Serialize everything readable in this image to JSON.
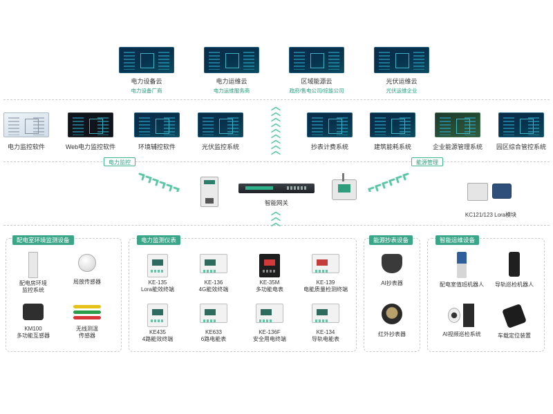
{
  "clouds": [
    {
      "title": "电力设备云",
      "sub": "电力设备厂商"
    },
    {
      "title": "电力运维云",
      "sub": "电力运维服务商"
    },
    {
      "title": "区域能源云",
      "sub": "政府/售电公司/综能公司"
    },
    {
      "title": "光伏运维云",
      "sub": "光伏运维企业"
    }
  ],
  "software": [
    {
      "label": "电力监控软件"
    },
    {
      "label": "Web电力监控软件"
    },
    {
      "label": "环境辅控软件"
    },
    {
      "label": "光伏监控系统"
    },
    {
      "label": "抄表计费系统"
    },
    {
      "label": "建筑能耗系统"
    },
    {
      "label": "企业能源管理系统"
    },
    {
      "label": "园区综合管控系统"
    }
  ],
  "tags": {
    "left": "电力监控",
    "right": "能源管理"
  },
  "gateway": {
    "label": "智能网关"
  },
  "lora": {
    "label": "KC121/123 Lora模块"
  },
  "groups": {
    "env": {
      "title": "配电室环境监测设备",
      "items": [
        {
          "l1": "配电房环境",
          "l2": "监控系统"
        },
        {
          "l1": "局放传感器",
          "l2": ""
        },
        {
          "l1": "KM100",
          "l2": "多功能互感器"
        },
        {
          "l1": "无线测温",
          "l2": "传感器"
        }
      ]
    },
    "meter": {
      "title": "电力监测仪表",
      "items": [
        {
          "l1": "KE-135",
          "l2": "Lora能效终端"
        },
        {
          "l1": "KE-136",
          "l2": "4G能效终端"
        },
        {
          "l1": "KE-35M",
          "l2": "多功能电表"
        },
        {
          "l1": "KE-139",
          "l2": "电能质量检测终端"
        },
        {
          "l1": "KE435",
          "l2": "4路能效终端"
        },
        {
          "l1": "KE633",
          "l2": "6路电能表"
        },
        {
          "l1": "KE-136F",
          "l2": "安全用电终端"
        },
        {
          "l1": "KE-134",
          "l2": "导轨电能表"
        }
      ]
    },
    "read": {
      "title": "能源抄表设备",
      "items": [
        {
          "l1": "AI抄表器",
          "l2": ""
        },
        {
          "l1": "红外抄表器",
          "l2": ""
        }
      ]
    },
    "ops": {
      "title": "智能运维设备",
      "items": [
        {
          "l1": "配电室值班机器人",
          "l2": ""
        },
        {
          "l1": "导轨巡检机器人",
          "l2": ""
        },
        {
          "l1": "AI视频巡检系统",
          "l2": ""
        },
        {
          "l1": "车载定位装置",
          "l2": ""
        }
      ]
    }
  },
  "colors": {
    "accent": "#3ba587",
    "arrow": "#5cc7a6",
    "dash": "#c9c9c9"
  }
}
